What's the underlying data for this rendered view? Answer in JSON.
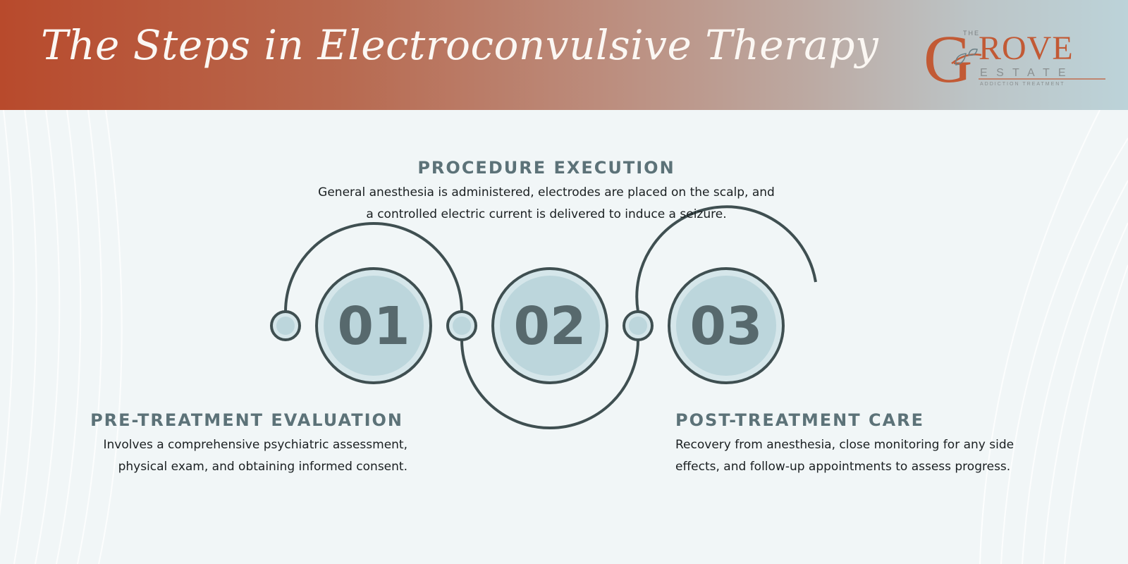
{
  "header": {
    "title": "The Steps in Electroconvulsive Therapy",
    "logo": {
      "the": "THE",
      "g": "G",
      "rove": "ROVE",
      "estate": "E S T A T E",
      "tagline": "ADDICTION TREATMENT"
    }
  },
  "colors": {
    "header_start": "#b84a2c",
    "header_end": "#bcd3d9",
    "background": "#f1f6f7",
    "circle_fill": "#bcd6dc",
    "circle_ring": "#d5e6ea",
    "stroke": "#3f4f51",
    "number": "#57696d",
    "heading": "#5c7278",
    "logo_orange": "#c25a35"
  },
  "steps": [
    {
      "number": "01",
      "title": "PRE-TREATMENT EVALUATION",
      "lines": [
        "Involves a comprehensive psychiatric assessment,",
        "physical exam, and obtaining informed consent."
      ]
    },
    {
      "number": "02",
      "title": "PROCEDURE EXECUTION",
      "lines": [
        "General anesthesia is administered, electrodes are placed on the scalp, and",
        "a controlled electric current is delivered to induce a seizure."
      ]
    },
    {
      "number": "03",
      "title": "POST-TREATMENT CARE",
      "lines": [
        "Recovery from anesthesia, close monitoring for any side",
        "effects, and follow-up appointments to assess progress."
      ]
    }
  ]
}
